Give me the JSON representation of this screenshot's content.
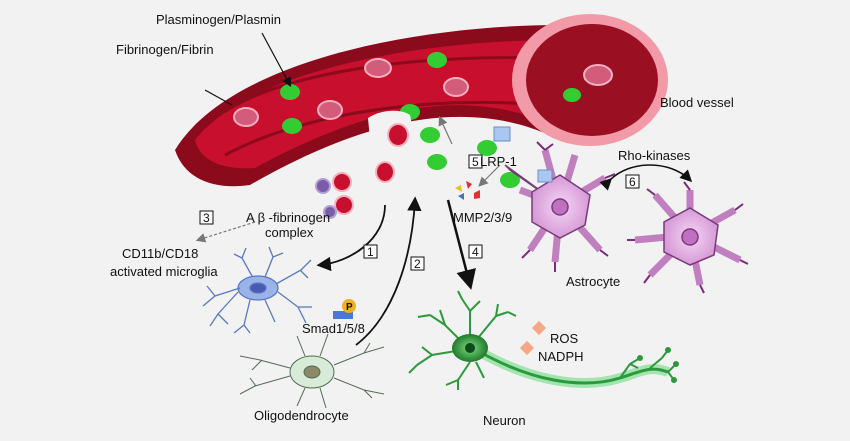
{
  "labels": {
    "plasminogen": "Plasminogen/Plasmin",
    "fibrinogen": "Fibrinogen/Fibrin",
    "blood_vessel": "Blood vessel",
    "rho_kinases": "Rho-kinases",
    "lrp1": "LRP-1",
    "mmp": "MMP2/3/9",
    "ab_fib_1": "A β -fibrinogen",
    "ab_fib_2": "complex",
    "cd11": "CD11b/CD18",
    "activated": "activated microglia",
    "smad": "Smad1/5/8",
    "p": "P",
    "oligo": "Oligodendrocyte",
    "neuron": "Neuron",
    "ros": "ROS",
    "nadph": "NADPH",
    "astrocyte": "Astrocyte"
  },
  "steps": [
    "1",
    "2",
    "3",
    "4",
    "5",
    "6"
  ],
  "colors": {
    "vessel_red": "#c8102e",
    "vessel_dark": "#8b0a1c",
    "vessel_pink": "#f08090",
    "green_dot": "#33cc33",
    "astrocyte": "#e8b8e8",
    "microglia": "#8aa8e0",
    "neuron": "#2c9a3c"
  }
}
